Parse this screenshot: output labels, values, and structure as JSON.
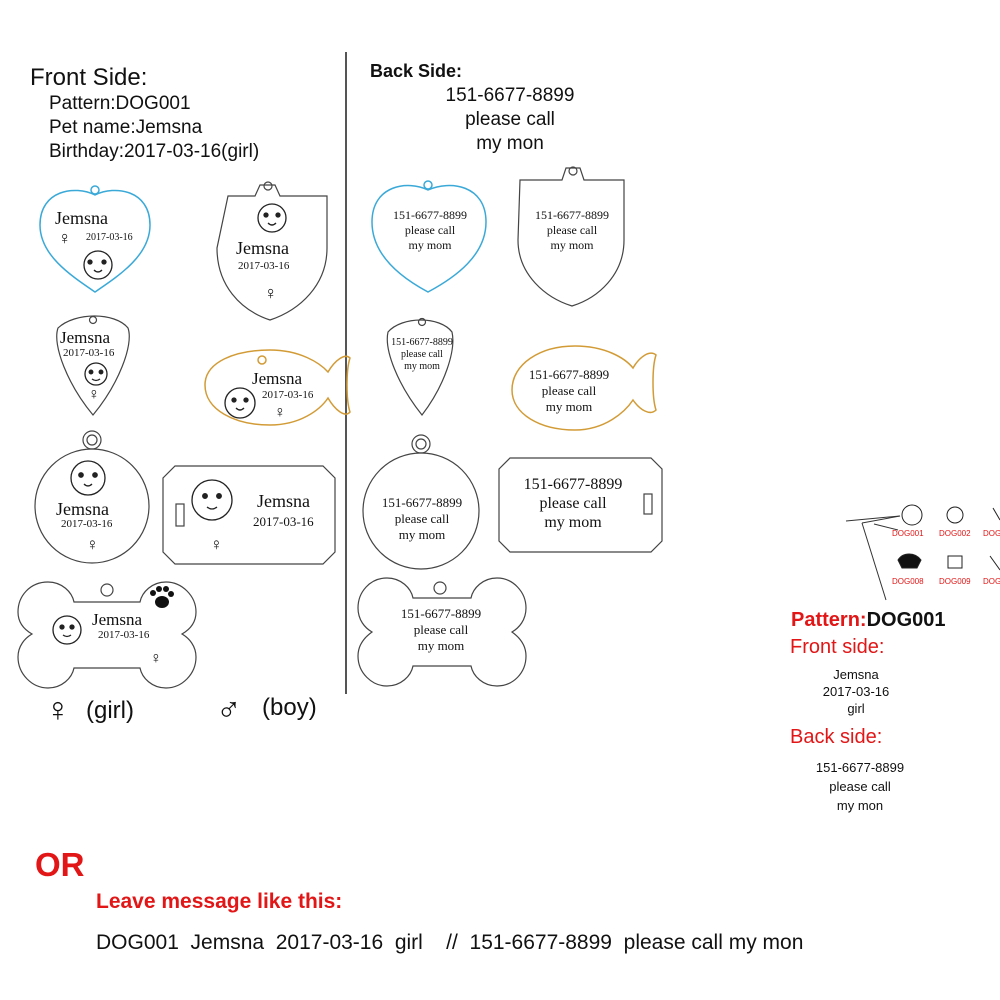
{
  "front": {
    "heading": "Front Side:",
    "pattern": "Pattern:DOG001",
    "pet_name": "Pet name:Jemsna",
    "birthday": "Birthday:2017-03-16(girl)"
  },
  "back": {
    "heading": "Back Side:",
    "phone": "151-6677-8899",
    "line2": "please call",
    "line3": "my mon"
  },
  "tag_front": {
    "name": "Jemsna",
    "date": "2017-03-16"
  },
  "tag_back": {
    "phone": "151-6677-8899",
    "line2": "please call",
    "line3": "my mom"
  },
  "gender": {
    "girl_symbol": "♀",
    "girl_label": "(girl)",
    "boy_symbol": "♂",
    "boy_label": "(boy)"
  },
  "pattern_strip": {
    "codes": [
      "DOG001",
      "DOG002",
      "DOG",
      "DOG008",
      "DOG009",
      "DOG"
    ]
  },
  "sample": {
    "pattern_label": "Pattern:",
    "pattern_value": "DOG001",
    "front_label": "Front side:",
    "front_lines": [
      "Jemsna",
      "2017-03-16",
      "girl"
    ],
    "back_label": "Back side:",
    "back_lines": [
      "151-6677-8899",
      "please call",
      "my mon"
    ]
  },
  "bottom": {
    "or": "OR",
    "leave_message": "Leave message like this:",
    "example": "DOG001  Jemsna  2017-03-16  girl    //  151-6677-8899  please call my mon"
  },
  "colors": {
    "blue_outline": "#3aa9d8",
    "gold_outline": "#d29b36",
    "red_text": "#e21616"
  }
}
